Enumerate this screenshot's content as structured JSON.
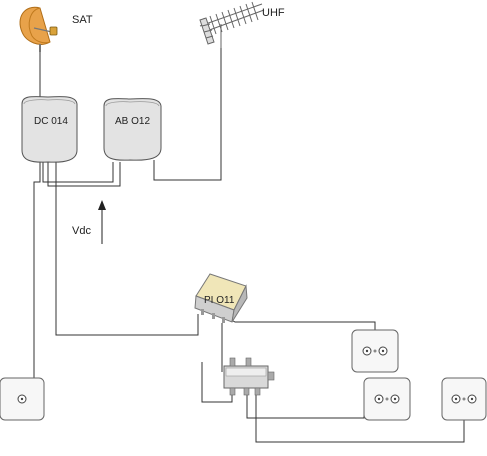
{
  "labels": {
    "sat": "SAT",
    "uhf": "UHF",
    "dc": "DC 014",
    "ab": "AB O12",
    "vdc": "Vdc",
    "pi": "PI O11"
  },
  "icons": {
    "dish": "satellite-dish-icon",
    "antenna": "uhf-antenna-icon"
  },
  "colors": {
    "dish": "#e8a24a",
    "dish_dark": "#c07a1e",
    "lnb": "#d9a23a"
  }
}
